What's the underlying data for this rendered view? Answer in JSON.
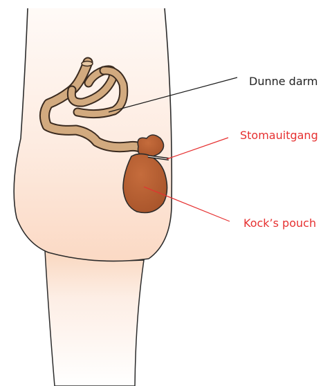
{
  "labels": {
    "dunne_darm": "Dunne darm",
    "stomauitgang": "Stomauitgang",
    "kocks_pouch": "Kock’s pouch"
  },
  "colors": {
    "label_black": "#222222",
    "label_red": "#e63030",
    "intestine": "#d2aa7f",
    "pouch": "#ba6132",
    "outline": "#2b2b2b",
    "skin": "#fdeadf"
  }
}
